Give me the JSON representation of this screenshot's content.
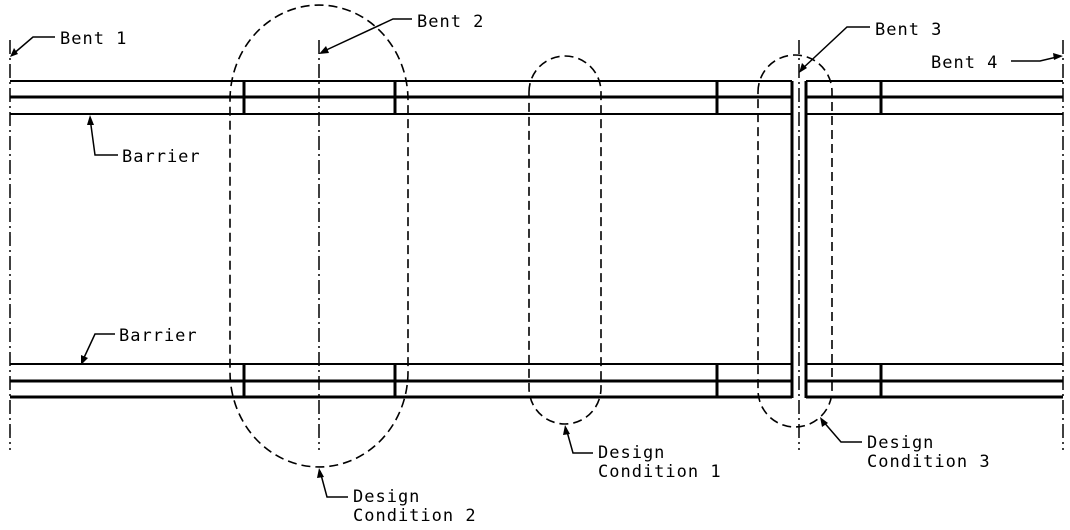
{
  "labels": {
    "bent1": "Bent 1",
    "bent2": "Bent 2",
    "bent3": "Bent 3",
    "bent4": "Bent 4",
    "barrier_top": "Barrier",
    "barrier_bottom": "Barrier",
    "dc1_line1": "Design",
    "dc1_line2": "Condition 1",
    "dc2_line1": "Design",
    "dc2_line2": "Condition 2",
    "dc3_line1": "Design",
    "dc3_line2": "Condition 3"
  }
}
